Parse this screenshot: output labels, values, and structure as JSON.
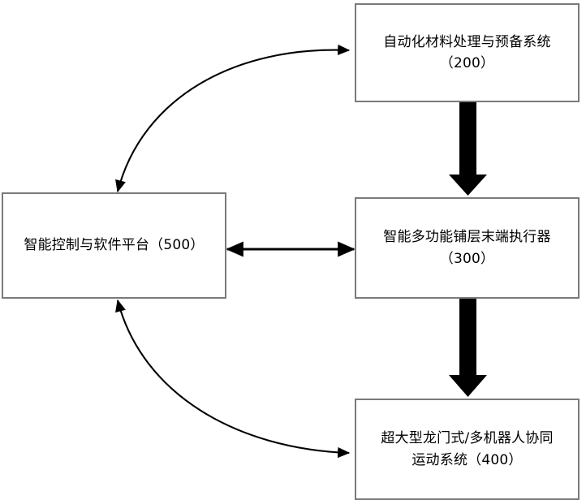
{
  "diagram": {
    "type": "block-flow-diagram",
    "orientation": "two-column",
    "background_color": "#ffffff",
    "box_border_color": "#7a7a7a",
    "arrow_color": "#000000",
    "text_color": "#000000",
    "nodes": [
      {
        "id": "200",
        "ref": "200",
        "label": "自动化材料处理与预备系统\n（200）",
        "line1": "自动化材料处理与预备系统",
        "line2": "（200）"
      },
      {
        "id": "300",
        "ref": "300",
        "label": "智能多功能铺层末端执行器\n（300）",
        "line1": "智能多功能铺层末端执行器",
        "line2": "（300）"
      },
      {
        "id": "400",
        "ref": "400",
        "label": "超大型龙门式/多机器人协同\n运动系统（400）",
        "line1": "超大型龙门式/多机器人协同",
        "line2": "运动系统（400）"
      },
      {
        "id": "500",
        "ref": "500",
        "label": "智能控制与软件平台（500）",
        "line1": "智能控制与软件平台（500）",
        "line2": ""
      }
    ],
    "connectors": [
      {
        "id": "curve-500-200",
        "style": "curved-double-headed-thin",
        "from": "500",
        "to": "200",
        "heads": "both"
      },
      {
        "id": "block-200-300",
        "style": "thick-block-arrow",
        "from": "200",
        "to": "300",
        "heads": "down"
      },
      {
        "id": "line-500-300",
        "style": "straight-double-headed-thin",
        "from": "500",
        "to": "300",
        "heads": "both"
      },
      {
        "id": "block-300-400",
        "style": "thick-block-arrow",
        "from": "300",
        "to": "400",
        "heads": "down"
      },
      {
        "id": "curve-500-400",
        "style": "curved-double-headed-thin",
        "from": "500",
        "to": "400",
        "heads": "both"
      }
    ]
  }
}
